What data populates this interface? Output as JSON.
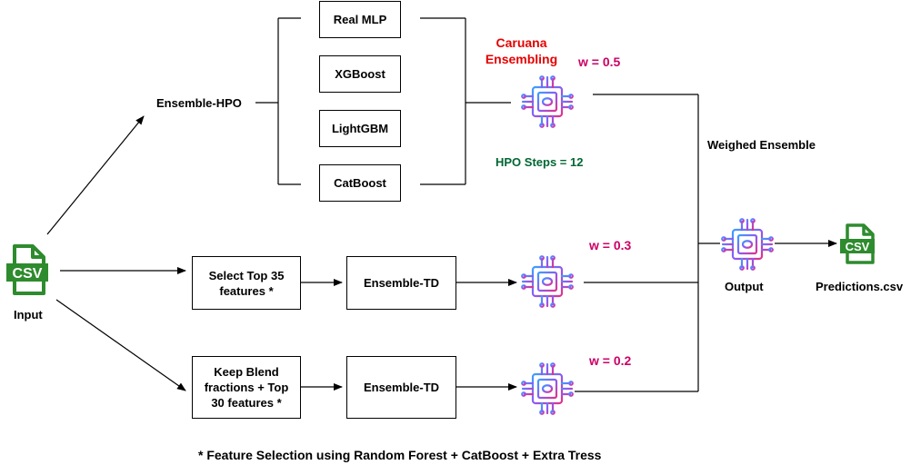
{
  "input_label": "Input",
  "csv_icon_text": "CSV",
  "ensemble_hpo_label": "Ensemble-HPO",
  "models": [
    "Real MLP",
    "XGBoost",
    "LightGBM",
    "CatBoost"
  ],
  "caruana": {
    "line1": "Caruana",
    "line2": "Ensembling"
  },
  "hpo_steps": "HPO Steps = 12",
  "weights": {
    "hpo": "w = 0.5",
    "top35": "w = 0.3",
    "blend": "w = 0.2"
  },
  "weighed_ensemble": "Weighed Ensemble",
  "select_top35": "Select Top 35 features *",
  "keep_blend": "Keep Blend fractions + Top 30 features *",
  "ensemble_td": "Ensemble-TD",
  "output_label": "Output",
  "predictions_label": "Predictions.csv",
  "footnote": "* Feature Selection using Random Forest + CatBoost + Extra Tress",
  "colors": {
    "csv_green": "#2e8b2e",
    "caruana_red": "#e60000",
    "weight_pink": "#cc0066",
    "hpo_green": "#006633"
  },
  "icons": [
    "csv-file-icon",
    "ai-chip-icon"
  ]
}
